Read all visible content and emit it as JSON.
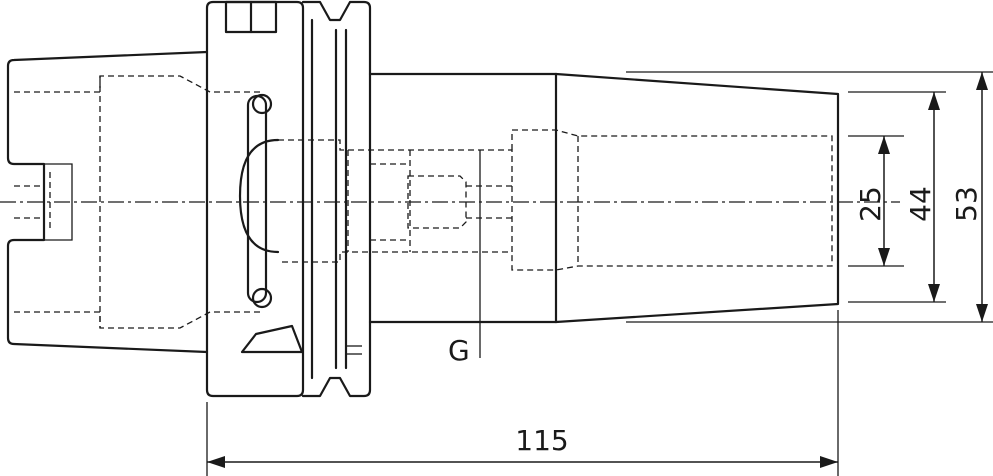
{
  "diagram": {
    "dimensions": {
      "length": "115",
      "bore_diameter": "25",
      "shank_diameter": "44",
      "nose_diameter": "53"
    },
    "callouts": {
      "thread": "G"
    },
    "line_color": "#1a1a1a",
    "background": "#ffffff"
  }
}
